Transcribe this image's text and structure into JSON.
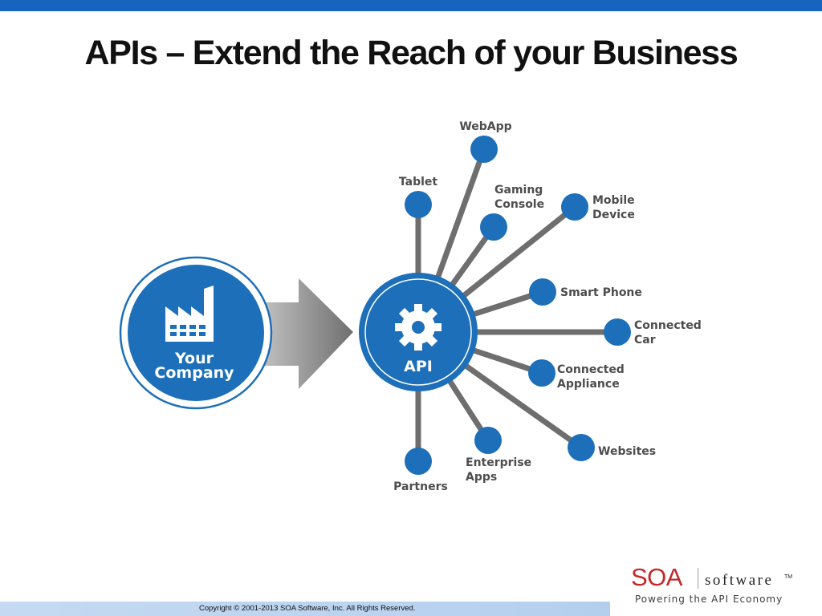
{
  "slide": {
    "title": "APIs – Extend the Reach of your Business"
  },
  "diagram": {
    "source": {
      "line1": "Your",
      "line2": "Company",
      "icon": "factory-icon"
    },
    "hub": {
      "label": "API",
      "icon": "gear-icon"
    },
    "nodes": [
      {
        "id": "webapp",
        "lines": [
          "WebApp"
        ]
      },
      {
        "id": "tablet",
        "lines": [
          "Tablet"
        ]
      },
      {
        "id": "gaming-console",
        "lines": [
          "Gaming",
          "Console"
        ]
      },
      {
        "id": "mobile-device",
        "lines": [
          "Mobile",
          "Device"
        ]
      },
      {
        "id": "smart-phone",
        "lines": [
          "Smart Phone"
        ]
      },
      {
        "id": "connected-car",
        "lines": [
          "Connected",
          "Car"
        ]
      },
      {
        "id": "connected-appliance",
        "lines": [
          "Connected",
          "Appliance"
        ]
      },
      {
        "id": "websites",
        "lines": [
          "Websites"
        ]
      },
      {
        "id": "enterprise-apps",
        "lines": [
          "Enterprise",
          "Apps"
        ]
      },
      {
        "id": "partners",
        "lines": [
          "Partners"
        ]
      }
    ],
    "colors": {
      "primary": "#1c6fb8",
      "connector": "#6e6e6e",
      "arrow_dark": "#6f6f6f",
      "arrow_light": "#d4d4d4"
    }
  },
  "footer": {
    "copyright": "Copyright © 2001-2013 SOA Software, Inc. All Rights Reserved."
  },
  "logo": {
    "brand": "SOA",
    "word": "software",
    "tm": "TM",
    "tagline": "Powering the API Economy",
    "brand_color": "#c62828"
  }
}
